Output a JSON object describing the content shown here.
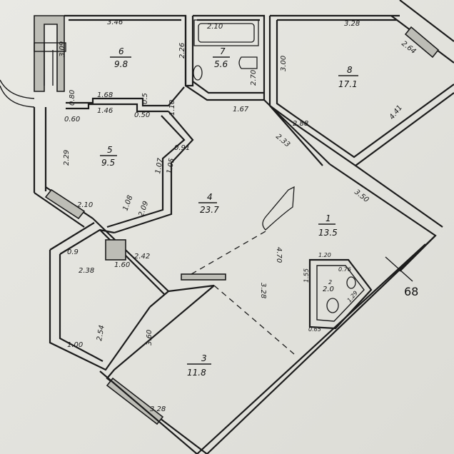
{
  "rooms": [
    {
      "num": "6",
      "area": "9.8"
    },
    {
      "num": "7",
      "area": "5.6"
    },
    {
      "num": "8",
      "area": "17.1"
    },
    {
      "num": "5",
      "area": "9.5"
    },
    {
      "num": "4",
      "area": "23.7"
    },
    {
      "num": "1",
      "area": "13.5"
    },
    {
      "num": "3",
      "area": "11.8"
    },
    {
      "num": "2",
      "area": "2.0"
    }
  ],
  "dimensions": [
    "3.46",
    "2.10",
    "3.28",
    "3.09",
    "2.26",
    "3.00",
    "2.64",
    "2.70",
    "1.68",
    "1.46",
    "0.60",
    "0.80",
    "0.5",
    "0.50",
    "1.10",
    "1.67",
    "2.88",
    "4.41",
    "2.33",
    "2.29",
    "0.91",
    "1.05",
    "1.07",
    "3.50",
    "2.10",
    "1.08",
    "2.09",
    "2.42",
    "1.60",
    "2.38",
    "0.9",
    "4.70",
    "3.28",
    "1.20",
    "0.76",
    "1.55",
    "1.29",
    "0.65",
    "3.60",
    "2.54",
    "1.00",
    "3.28"
  ],
  "corner_label": "68"
}
